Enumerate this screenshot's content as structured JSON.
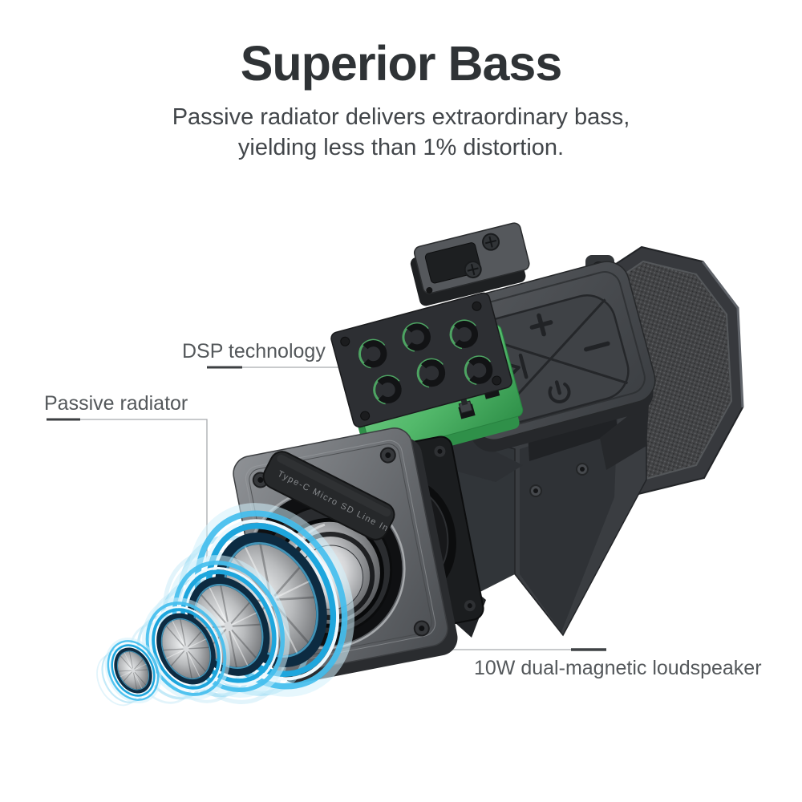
{
  "header": {
    "title": "Superior Bass",
    "subtitle_lines": [
      "Passive radiator delivers extraordinary bass,",
      "yielding less than 1% distortion."
    ]
  },
  "callouts": {
    "dsp": {
      "label": "DSP technology"
    },
    "passive_radiator": {
      "label": "Passive radiator"
    },
    "loudspeaker": {
      "label": "10W dual-magnetic loudspeaker"
    }
  },
  "product": {
    "port_flap_text": "Type-C  Micro SD  Line In",
    "control_buttons": [
      "play-pause",
      "volume-up",
      "volume-down",
      "power"
    ],
    "parts": [
      "mounting-bracket",
      "button-top-housing",
      "dsp-circuit-board",
      "mesh-grille-panel",
      "speaker-body",
      "front-panel",
      "passive-radiator-diaphragm",
      "bass-wave-discs"
    ]
  },
  "colors": {
    "background": "#ffffff",
    "title_text": "#2f3336",
    "subtitle_text": "#42464a",
    "label_text": "#54585b",
    "leader_line": "#a8aaad",
    "leader_tick": "#3c3f42",
    "pcb_green": "#53b96b",
    "glow_green": "#4fae66",
    "radiator_cyan": "#2ba8dd",
    "body_dark": "#3a3d41"
  }
}
